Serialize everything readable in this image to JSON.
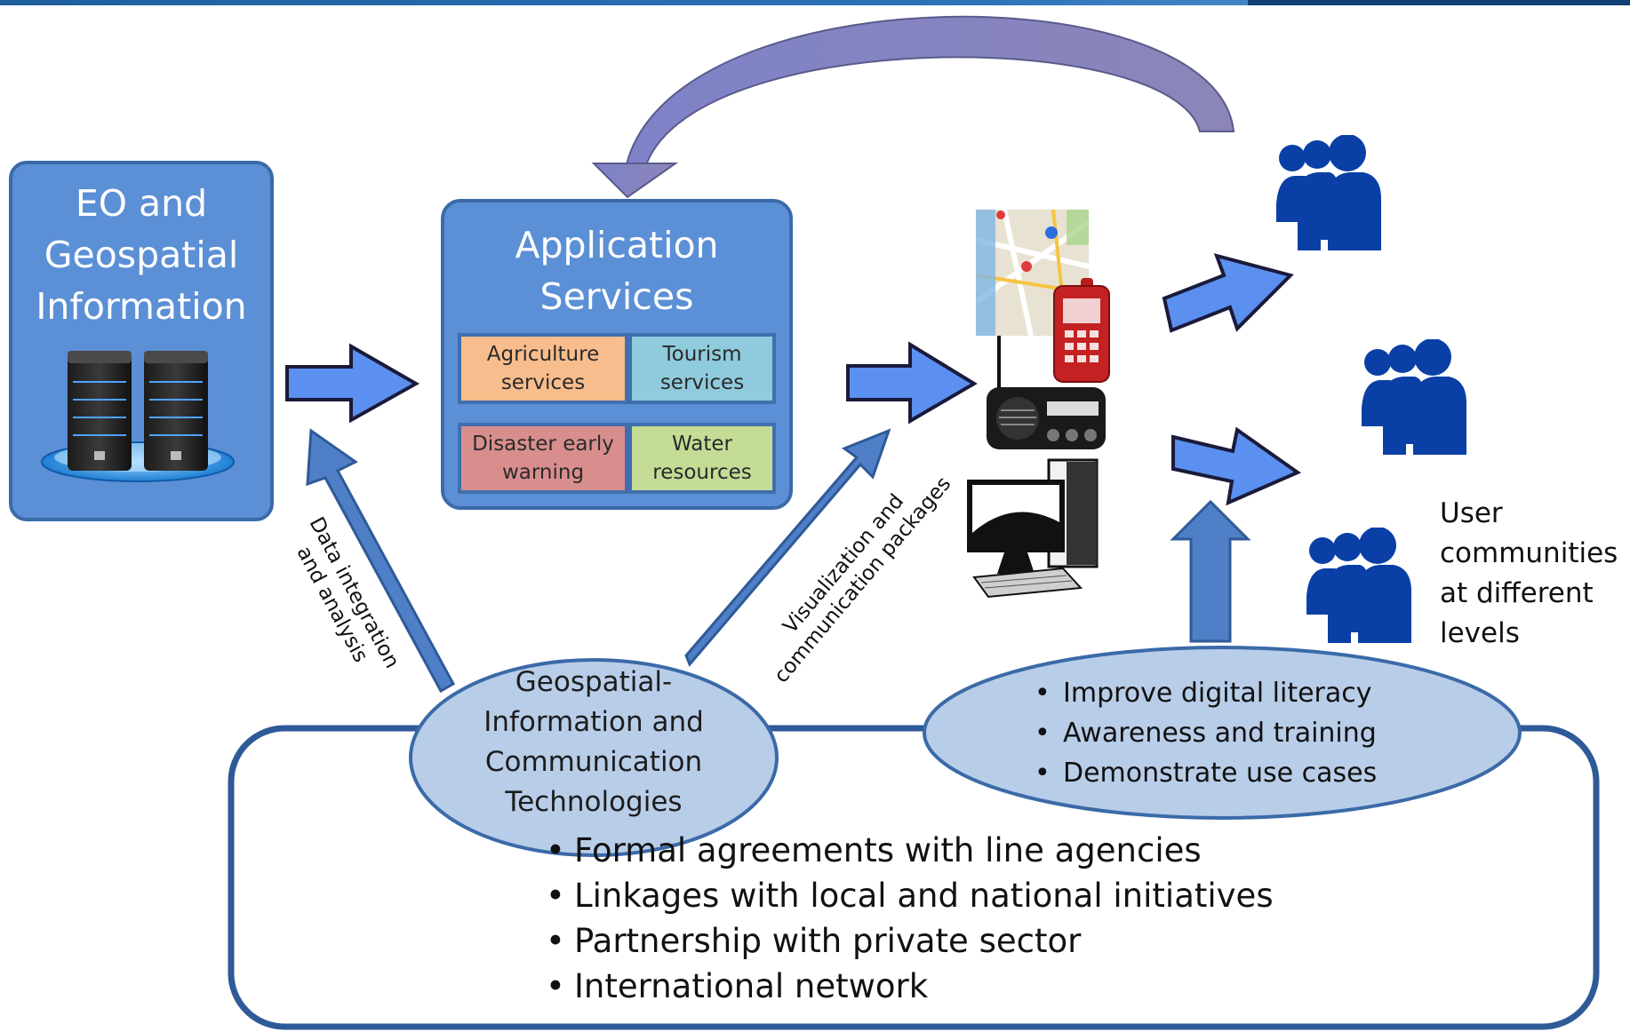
{
  "eo_box": {
    "title_lines": [
      "EO and",
      "Geospatial",
      "Information"
    ]
  },
  "app_box": {
    "title_lines": [
      "Application",
      "Services"
    ],
    "services": [
      {
        "lines": [
          "Agriculture",
          "services"
        ],
        "color": "#f8bd8c"
      },
      {
        "lines": [
          "Tourism",
          "services"
        ],
        "color": "#8fcbdc"
      },
      {
        "lines": [
          "Disaster early",
          "warning"
        ],
        "color": "#d98e8e"
      },
      {
        "lines": [
          "Water",
          "resources"
        ],
        "color": "#c4dc95"
      }
    ]
  },
  "labels": {
    "data_integration": [
      "Data integration",
      "and analysis"
    ],
    "visualization": [
      "Visualization and",
      "communication packages"
    ]
  },
  "geo_ellipse": {
    "lines": [
      "Geospatial-",
      "Information and",
      "Communication",
      "Technologies"
    ]
  },
  "capacity_ellipse": {
    "items": [
      "Improve digital literacy",
      "Awareness and training",
      "Demonstrate use cases"
    ]
  },
  "bottom_box": {
    "items": [
      "Formal agreements with line agencies",
      "Linkages with local and national initiatives",
      "Partnership with private sector",
      "International network"
    ]
  },
  "users": {
    "lines": [
      "User",
      "communities",
      "at different",
      "levels"
    ]
  },
  "icons": [
    "server-icon",
    "map-icon",
    "mobile-phone-icon",
    "radio-icon",
    "desktop-computer-icon",
    "user-group-icon"
  ],
  "colors": {
    "box_blue": "#5b8fd6",
    "box_border": "#3b6aa8",
    "arrow_fill": "#5b8ff0",
    "ellipse_fill": "#b8cde8",
    "users_blue": "#0a3fa6",
    "curve_arrow": "#8d8dc4"
  }
}
